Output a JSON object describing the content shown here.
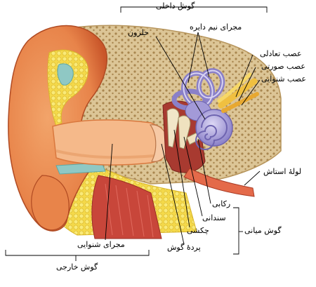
{
  "labels": {
    "inner_ear": "گوش داخلی",
    "cochlea": "حلزون",
    "semicircular_canals": "مجرای نیم دایره",
    "vestibular_nerve": "عصب تعادلی",
    "facial_nerve": "عصب صورتی",
    "auditory_nerve": "عصب شنوایی",
    "eustachian_tube": "لولهٔ استاش",
    "stapes": "رکابی",
    "incus": "سندانی",
    "malleus": "چکشی",
    "eardrum": "پردهٔ گوش",
    "middle_ear": "گوش میانی",
    "ear_canal": "مجرای شنوایی",
    "outer_ear": "گوش خارجی"
  },
  "colors": {
    "skin": "#e8844a",
    "skin_dark": "#c9562a",
    "bone": "#dcc596",
    "bone_pore": "#a8864f",
    "fat": "#f4d94a",
    "cartilage": "#8fc8c4",
    "muscle": "#c8463a",
    "cochlea": "#a39ad8",
    "nerve": "#f0c040",
    "canal_wall": "#f5b98a"
  }
}
